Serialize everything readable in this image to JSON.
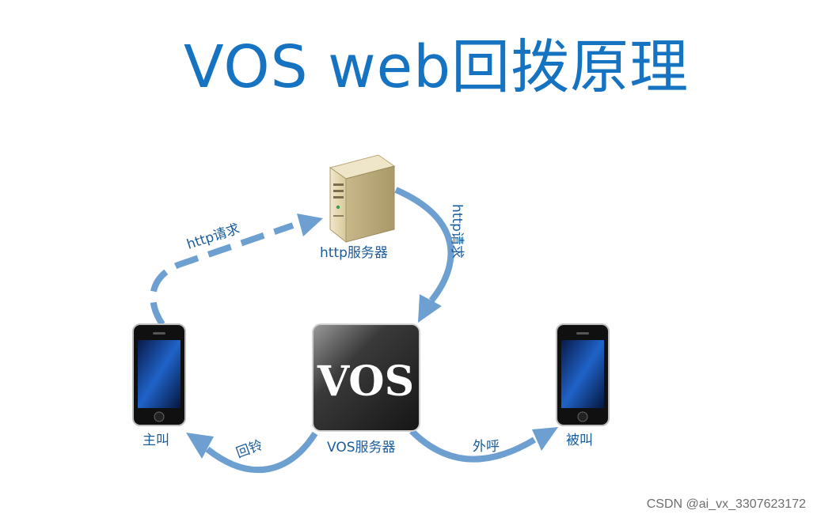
{
  "title": "VOS web回拨原理",
  "nodes": {
    "http_server": "http服务器",
    "vos_server": "VOS服务器",
    "vos_logo": "VOS",
    "caller": "主叫",
    "callee": "被叫"
  },
  "edges": {
    "caller_to_http": "http请求",
    "http_to_vos": "http请求",
    "vos_to_caller": "回铃",
    "vos_to_callee": "外呼"
  },
  "colors": {
    "title": "#1573c1",
    "arrow": "#6d9fd1",
    "label": "#1a5c9c"
  },
  "watermark": "CSDN @ai_vx_3307623172"
}
